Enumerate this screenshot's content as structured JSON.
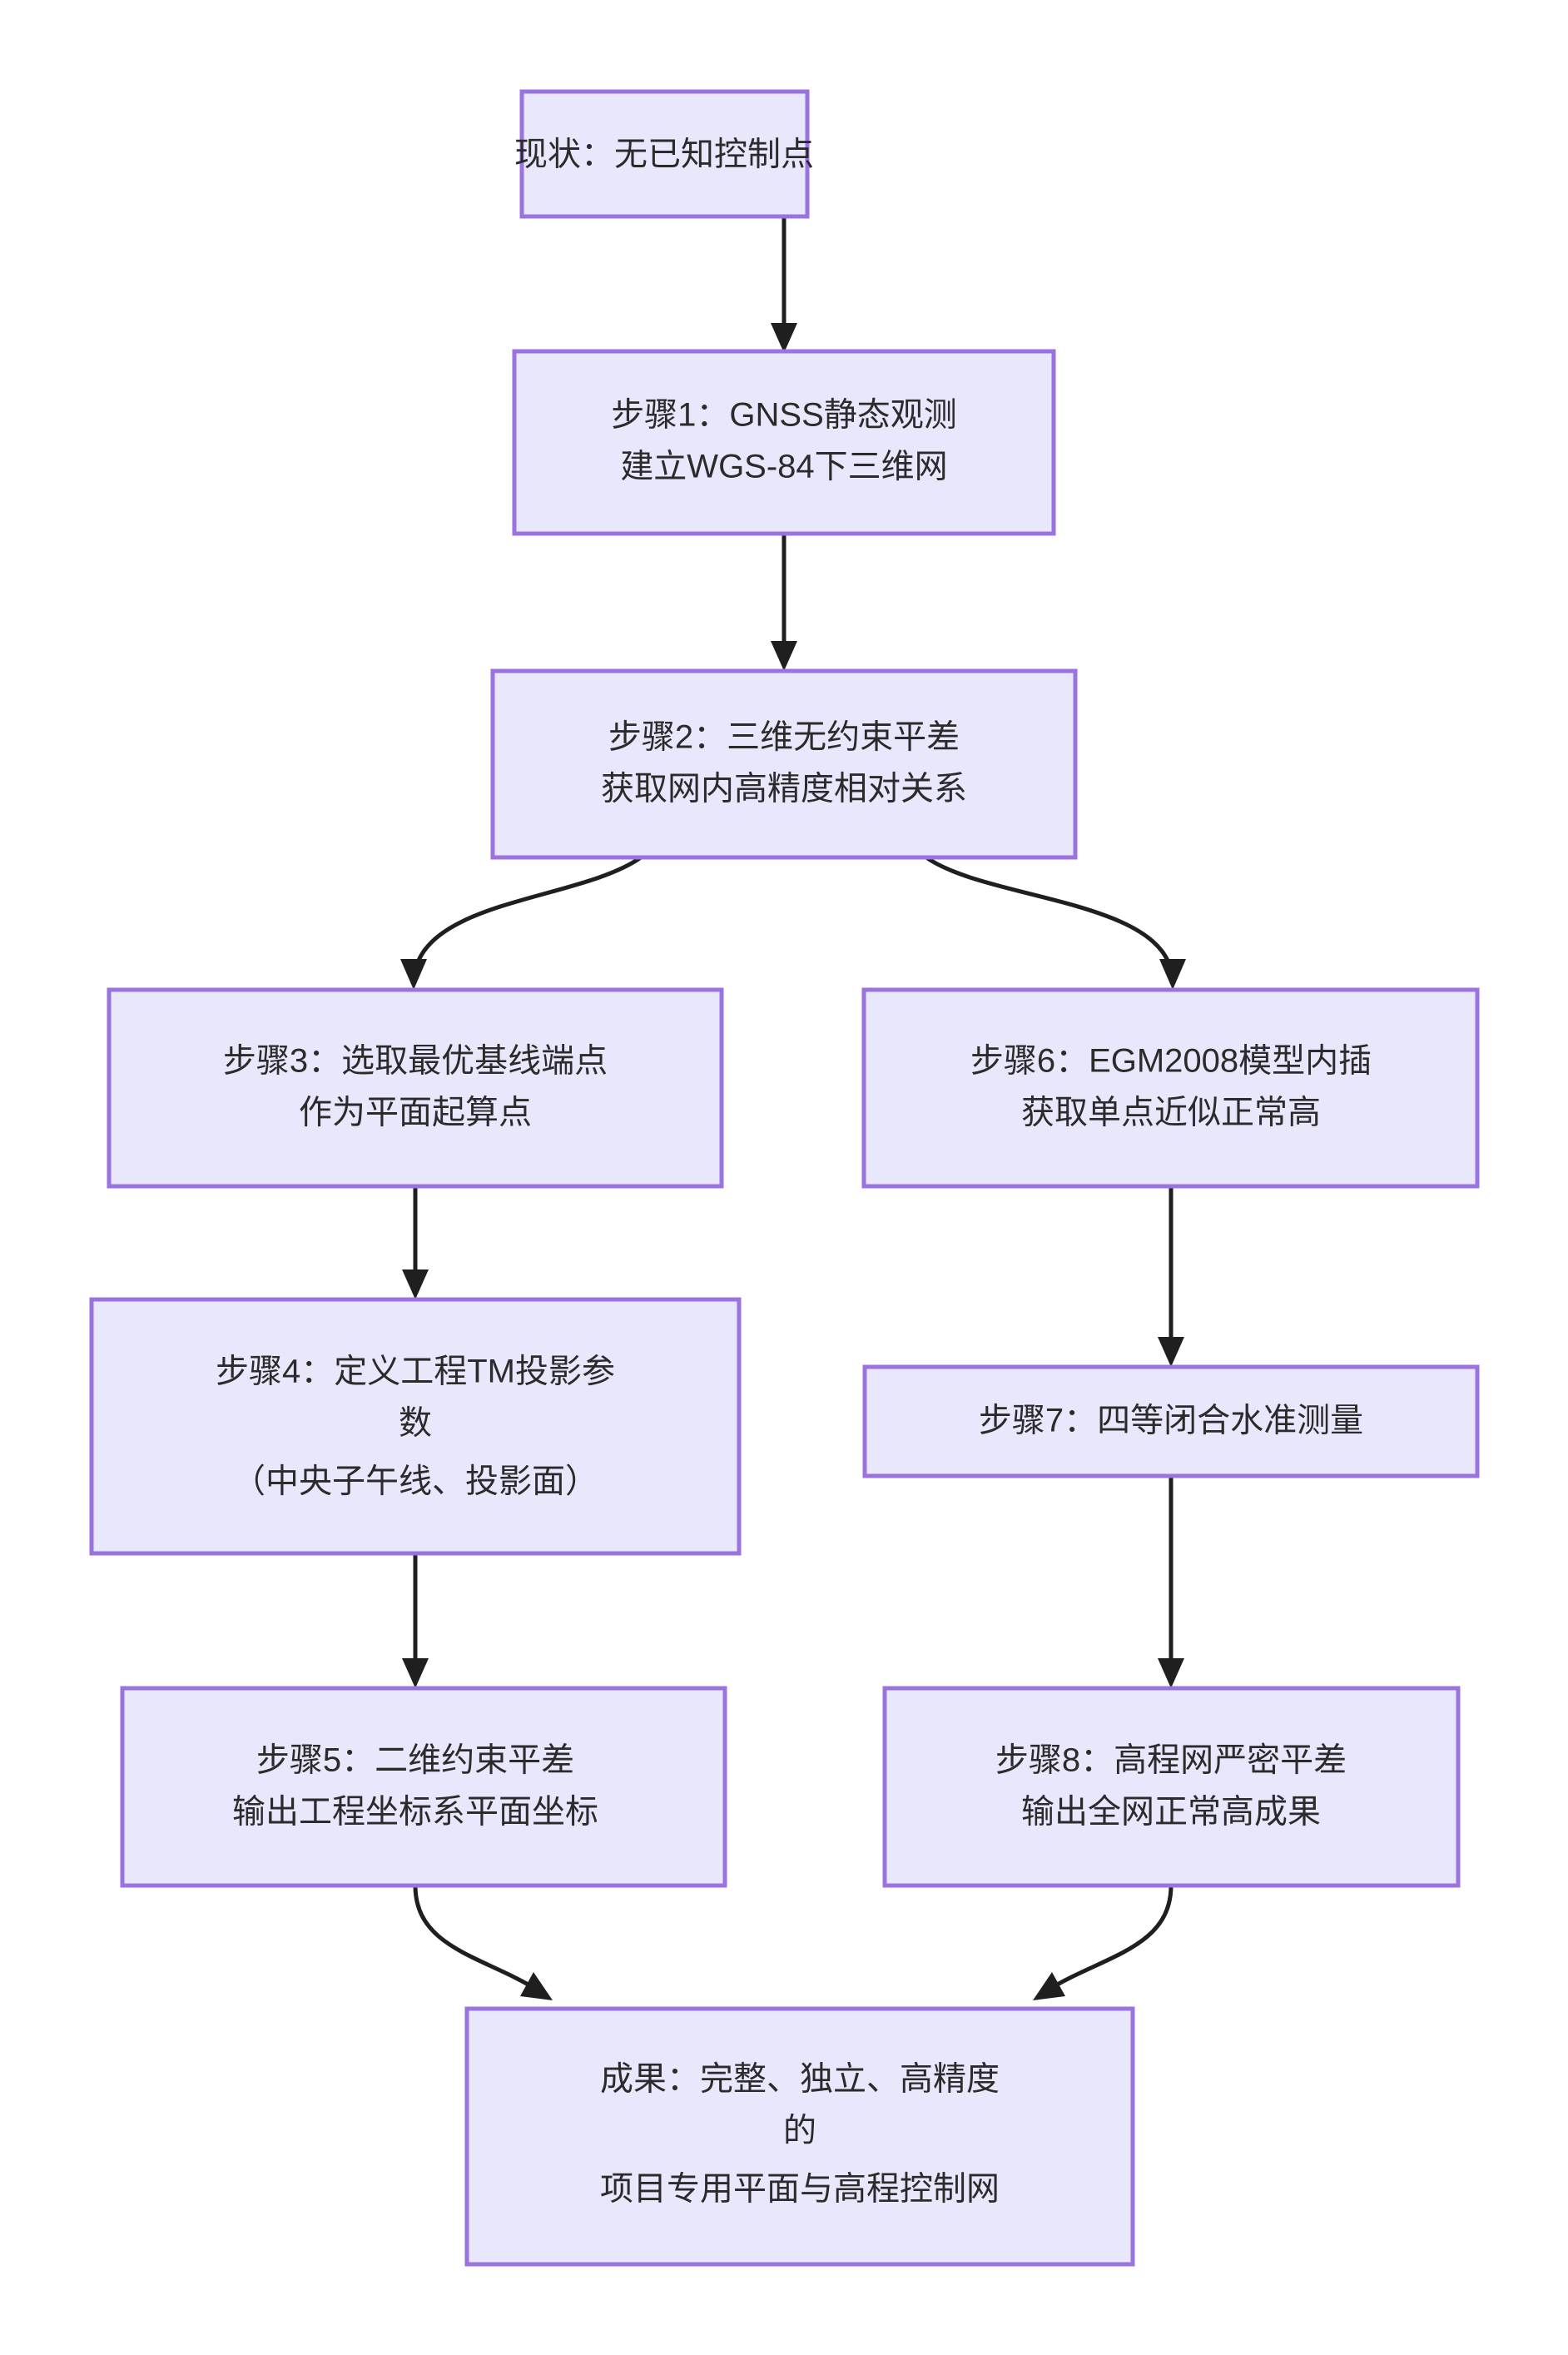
{
  "diagram": {
    "type": "flowchart",
    "orientation": "top-down",
    "background_color": "#ffffff",
    "node_fill_color": "#e9e7fb",
    "node_border_color": "#9a73e0",
    "edge_color": "#1f1f1f",
    "text_color": "#2b2b2b"
  },
  "nodes": {
    "start": {
      "id": "start",
      "lines": [
        "现状：无已知控制点"
      ],
      "line1": "现状：无已知控制点"
    },
    "step1": {
      "id": "step1",
      "lines": [
        "步骤1：GNSS静态观测",
        "建立WGS-84下三维网"
      ],
      "line1": "步骤1：GNSS静态观测",
      "line2": "建立WGS-84下三维网"
    },
    "step2": {
      "id": "step2",
      "lines": [
        "步骤2：三维无约束平差",
        "获取网内高精度相对关系"
      ],
      "line1": "步骤2：三维无约束平差",
      "line2": "获取网内高精度相对关系"
    },
    "step3": {
      "id": "step3",
      "lines": [
        "步骤3：选取最优基线端点",
        "作为平面起算点"
      ],
      "line1": "步骤3：选取最优基线端点",
      "line2": "作为平面起算点"
    },
    "step4": {
      "id": "step4",
      "lines": [
        "步骤4：定义工程TM投影参",
        "数",
        "（中央子午线、投影面）"
      ],
      "line1": "步骤4：定义工程TM投影参",
      "line2": "数",
      "line3": "（中央子午线、投影面）"
    },
    "step5": {
      "id": "step5",
      "lines": [
        "步骤5：二维约束平差",
        "输出工程坐标系平面坐标"
      ],
      "line1": "步骤5：二维约束平差",
      "line2": "输出工程坐标系平面坐标"
    },
    "step6": {
      "id": "step6",
      "lines": [
        "步骤6：EGM2008模型内插",
        "获取单点近似正常高"
      ],
      "line1": "步骤6：EGM2008模型内插",
      "line2": "获取单点近似正常高"
    },
    "step7": {
      "id": "step7",
      "lines": [
        "步骤7：四等闭合水准测量"
      ],
      "line1": "步骤7：四等闭合水准测量"
    },
    "step8": {
      "id": "step8",
      "lines": [
        "步骤8：高程网严密平差",
        "输出全网正常高成果"
      ],
      "line1": "步骤8：高程网严密平差",
      "line2": "输出全网正常高成果"
    },
    "result": {
      "id": "result",
      "lines": [
        "成果：完整、独立、高精度",
        "的",
        "项目专用平面与高程控制网"
      ],
      "line1": "成果：完整、独立、高精度",
      "line2": "的",
      "line3": "项目专用平面与高程控制网"
    }
  },
  "edges": [
    {
      "from": "start",
      "to": "step1",
      "shape": "straight"
    },
    {
      "from": "step1",
      "to": "step2",
      "shape": "straight"
    },
    {
      "from": "step2",
      "to": "step3",
      "shape": "curved-left"
    },
    {
      "from": "step2",
      "to": "step6",
      "shape": "curved-right"
    },
    {
      "from": "step3",
      "to": "step4",
      "shape": "straight"
    },
    {
      "from": "step4",
      "to": "step5",
      "shape": "straight"
    },
    {
      "from": "step5",
      "to": "result",
      "shape": "curved-right"
    },
    {
      "from": "step6",
      "to": "step7",
      "shape": "straight"
    },
    {
      "from": "step7",
      "to": "step8",
      "shape": "straight"
    },
    {
      "from": "step8",
      "to": "result",
      "shape": "curved-left"
    }
  ]
}
